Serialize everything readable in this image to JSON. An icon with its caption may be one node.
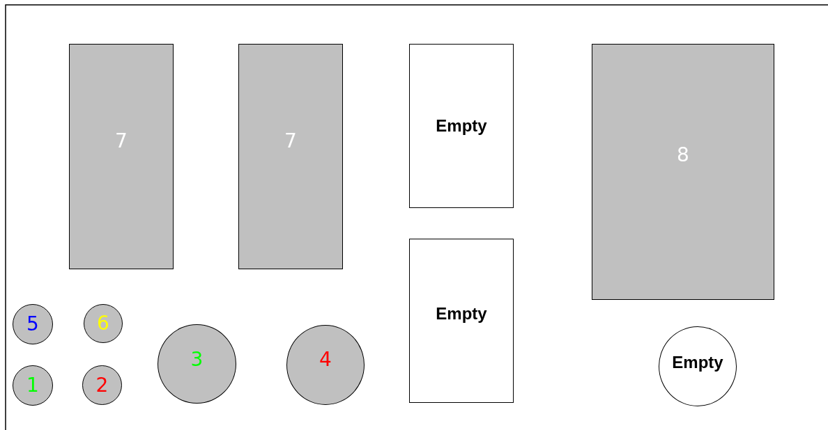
{
  "diagram": {
    "nodes": [
      {
        "text": [
          "7"
        ]
      },
      {
        "text": [
          "7"
        ]
      },
      {
        "text": [
          "Empty"
        ]
      },
      {
        "text": [
          "8"
        ]
      },
      {
        "text": [
          "Empty"
        ]
      },
      {
        "text": [
          "5"
        ]
      },
      {
        "text": [
          "6"
        ]
      },
      {
        "text": [
          "3"
        ]
      },
      {
        "text": [
          "4"
        ]
      },
      {
        "text": [
          "Empty"
        ]
      },
      {
        "text": [
          "1"
        ]
      },
      {
        "text": [
          "2"
        ]
      }
    ]
  }
}
